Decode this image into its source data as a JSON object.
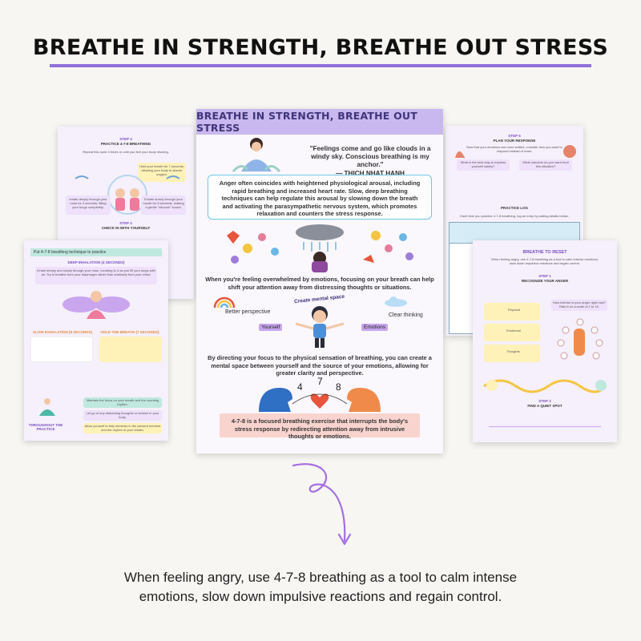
{
  "headline": "BREATHE IN STRENGTH, BREATHE OUT STRESS",
  "center": {
    "title": "BREATHE IN STRENGTH, BREATHE OUT STRESS",
    "quote": "\"Feelings come and go like clouds in a windy sky. Conscious breathing is my anchor.\"",
    "quote_author": "— THICH NHAT HANH",
    "box_text": "Anger often coincides with heightened physiological arousal, including rapid breathing and increased heart rate. Slow, deep breathing techniques can help regulate this arousal by slowing down the breath and activating the parasympathetic nervous system, which promotes relaxation and counters the stress response.",
    "overwhelm_text": "When you're feeling overwhelmed by emotions, focusing on your breath can help shift your attention away from distressing thoughts or situations.",
    "label_better": "Better perspective",
    "label_clear": "Clear thinking",
    "label_space": "Create mental space",
    "label_yourself": "Yourself",
    "label_emotions": "Emotions",
    "focus_text": "By directing your focus to the physical sensation of breathing, you can create a mental space between yourself and the source of your emotions, allowing for greater clarity and perspective.",
    "num_4": "4",
    "num_7": "7",
    "num_8": "8",
    "pink_text": "4-7-8 is a focused breathing exercise that interrupts the body's stress response by redirecting attention away from intrusive thoughts or emotions."
  },
  "left_back": {
    "step": "STEP 3",
    "title": "PRACTICE 4-7-8 BREATHING",
    "intro": "Repeat this cycle 4 times or until you feel your body relaxing.",
    "hold": "Hold your breath for 7 seconds, allowing your body to absorb oxygen.",
    "inhale": "Inhale deeply through your nose for 4 seconds, filling your lungs completely.",
    "exhale": "Exhale slowly through your mouth for 8 seconds, making a gentle \"whoosh\" sound.",
    "step4": "STEP 4",
    "check": "CHECK IN WITH YOURSELF"
  },
  "left_front": {
    "header": "Put 4-7-8 breathing technique to practice",
    "deep": "DEEP INHALATION (4 SECONDS)",
    "deep_text": "Inhale deeply and slowly through your nose, counting to 4 as you fill your lungs with air. Try to breathe from your diaphragm rather than shallowly from your chest.",
    "slow": "SLOW EXHALATION (8 SECONDS)",
    "hold": "HOLD THE BREATH (7 SECONDS)",
    "through": "THROUGHOUT THE PRACTICE",
    "note1": "Maintain the focus on your breath and the counting rhythm.",
    "note2": "Let go of any distracting thoughts or tension in your body.",
    "note3": "Allow yourself to fully immerse in the present moment and the rhythm of your breath."
  },
  "right_back": {
    "step": "STEP 5",
    "title": "PLAN YOUR RESPONSE",
    "intro": "Now that your emotions are more settled, consider how you want to respond instead of react.",
    "q1": "What is the best way to express yourself calmly?",
    "q2": "What outcome do you want from this situation?",
    "log": "PRACTICE LOG",
    "log_intro": "Each time you practice 4-7-8 breathing, log an entry by adding details below."
  },
  "right_front": {
    "title": "BREATHE TO RESET",
    "intro": "When feeling angry, use 4-7-8 breathing as a tool to calm intense emotions, slow down impulsive reactions and regain control.",
    "step1": "STEP 1",
    "step1_title": "RECOGNIZE YOUR ANGER",
    "physical": "Physical",
    "emotional": "Emotional",
    "thoughts": "Thoughts",
    "intensity": "How intense is your anger right now? Rate it on a scale of 1 to 10.",
    "step2": "STEP 2",
    "step2_title": "FIND A QUIET SPOT"
  },
  "caption_line1": "When feeling angry, use 4-7-8 breathing as a tool to calm intense",
  "caption_line2": "emotions, slow down impulsive reactions and regain control.",
  "colors": {
    "accent": "#8f6fd8",
    "title_band": "#c9b8ef",
    "pink": "#f9d4cf",
    "blue": "#6ec7e3"
  }
}
